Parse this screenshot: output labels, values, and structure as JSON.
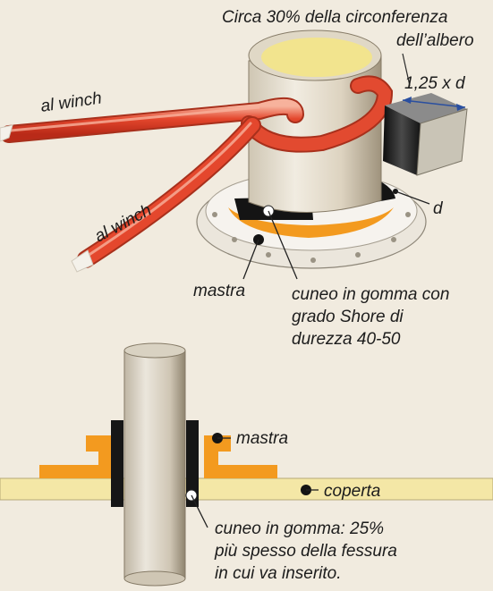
{
  "labels": {
    "circumference_line1": "Circa 30% della circonferenza",
    "circumference_line2": "dell’albero",
    "dimension": "1,25 x d",
    "d": "d",
    "winch_top": "al winch",
    "winch_bottom": "al winch",
    "mastra_top": "mastra",
    "wedge_top_line1": "cuneo in gomma con",
    "wedge_top_line2": "grado Shore di",
    "wedge_top_line3": "durezza 40-50",
    "mastra_bottom": "mastra",
    "coperta": "coperta",
    "wedge_bottom_line1": "cuneo in gomma: 25%",
    "wedge_bottom_line2": "più spesso della fessura",
    "wedge_bottom_line3": "in cui va inserito."
  },
  "colors": {
    "background": "#f1ebdf",
    "mast_light": "#ece6d8",
    "mast_shade": "#b9ad98",
    "mast_inside": "#f2e48e",
    "rope": "#e4472d",
    "rope_light": "#f6a68e",
    "flange": "#f3f0ea",
    "orange": "#f39a1f",
    "deck": "#f4e7a6",
    "rubber": "#161616",
    "text": "#1c1c1c"
  }
}
